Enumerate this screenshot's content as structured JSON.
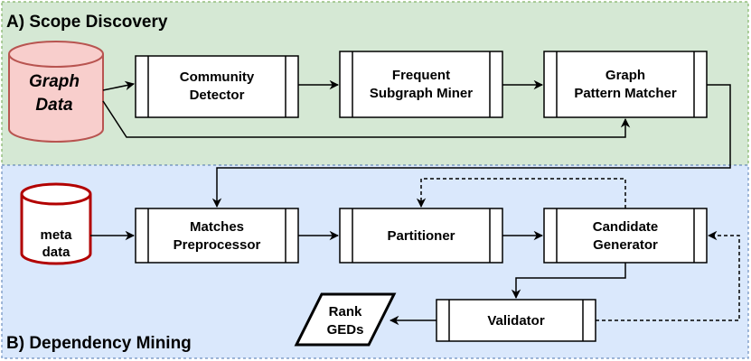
{
  "sections": {
    "scope": {
      "label": "A) Scope Discovery",
      "fill": "#d5e8d4",
      "stroke": "#82b366"
    },
    "dependency": {
      "label": "B) Dependency Mining",
      "fill": "#dae8fc",
      "stroke": "#6c8ebf"
    }
  },
  "datastores": {
    "graph_data": {
      "line1": "Graph",
      "line2": "Data",
      "fill": "#f8cecc",
      "stroke": "#b85450"
    },
    "meta_data": {
      "line1": "meta",
      "line2": "data",
      "stroke": "#b20000"
    }
  },
  "processes": {
    "community_detector": {
      "line1": "Community",
      "line2": "Detector"
    },
    "frequent_subgraph_miner": {
      "line1": "Frequent",
      "line2": "Subgraph Miner"
    },
    "graph_pattern_matcher": {
      "line1": "Graph",
      "line2": "Pattern Matcher"
    },
    "matches_preprocessor": {
      "line1": "Matches",
      "line2": "Preprocessor"
    },
    "partitioner": {
      "line1": "Partitioner"
    },
    "candidate_generator": {
      "line1": "Candidate",
      "line2": "Generator"
    },
    "validator": {
      "line1": "Validator"
    }
  },
  "output": {
    "line1": "Rank",
    "line2": "GEDs"
  }
}
